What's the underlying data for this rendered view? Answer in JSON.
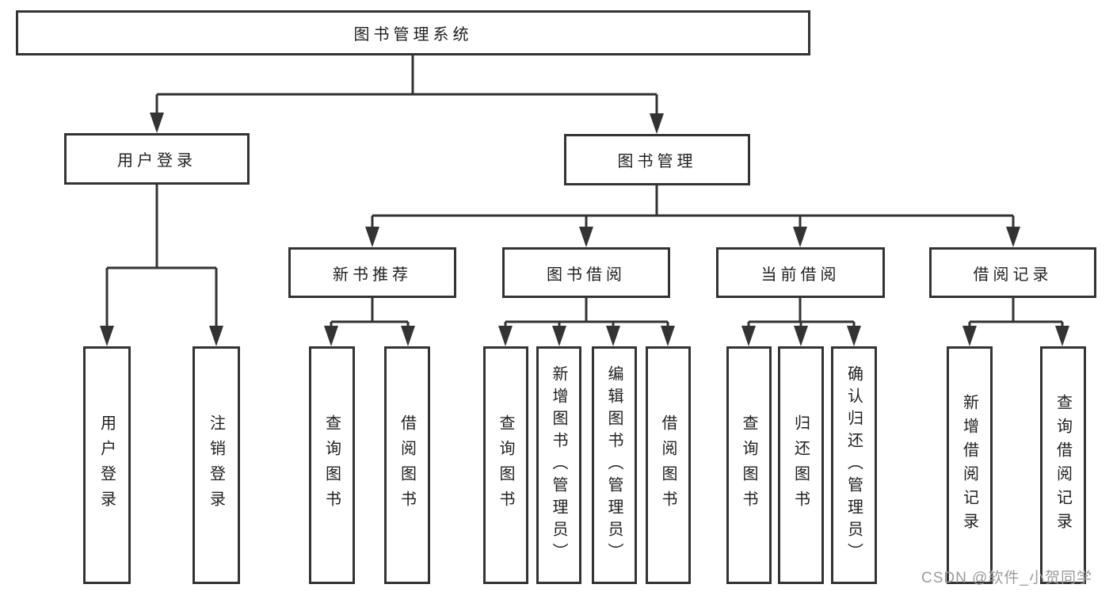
{
  "tree": {
    "root": "图书管理系统",
    "branches": [
      {
        "label": "用户登录",
        "children": [
          "用户登录",
          "注销登录"
        ]
      },
      {
        "label": "图书管理",
        "groups": [
          {
            "label": "新书推荐",
            "children": [
              "查询图书",
              "借阅图书"
            ]
          },
          {
            "label": "图书借阅",
            "children": [
              "查询图书",
              "新增图书（管理员）",
              "编辑图书（管理员）",
              "借阅图书"
            ]
          },
          {
            "label": "当前借阅",
            "children": [
              "查询图书",
              "归还图书",
              "确认归还（管理员）"
            ]
          },
          {
            "label": "借阅记录",
            "children": [
              "新增借阅记录",
              "查询借阅记录"
            ]
          }
        ]
      }
    ]
  },
  "watermark": "CSDN @软件_小贺同学",
  "colors": {
    "line": "#333333",
    "text": "#1f1f1f",
    "background": "#ffffff",
    "watermark": "#9b9b9b"
  }
}
